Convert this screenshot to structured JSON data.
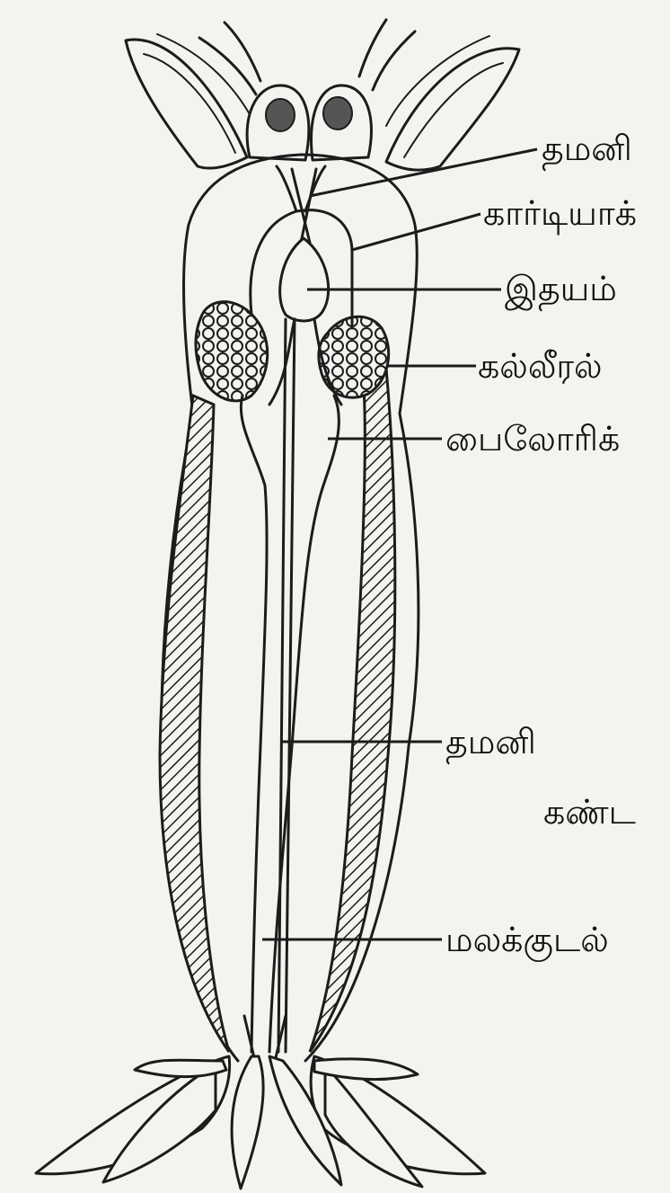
{
  "labels": {
    "artery_top": "தமனி",
    "cardiac": "கார்டியாக்",
    "heart": "இதயம்",
    "liver": "கல்லீரல்",
    "pyloric": "பைலோரிக்",
    "artery_mid": "தமனி",
    "gizzard": "கண்ட",
    "rectum": "மலக்குடல்"
  }
}
